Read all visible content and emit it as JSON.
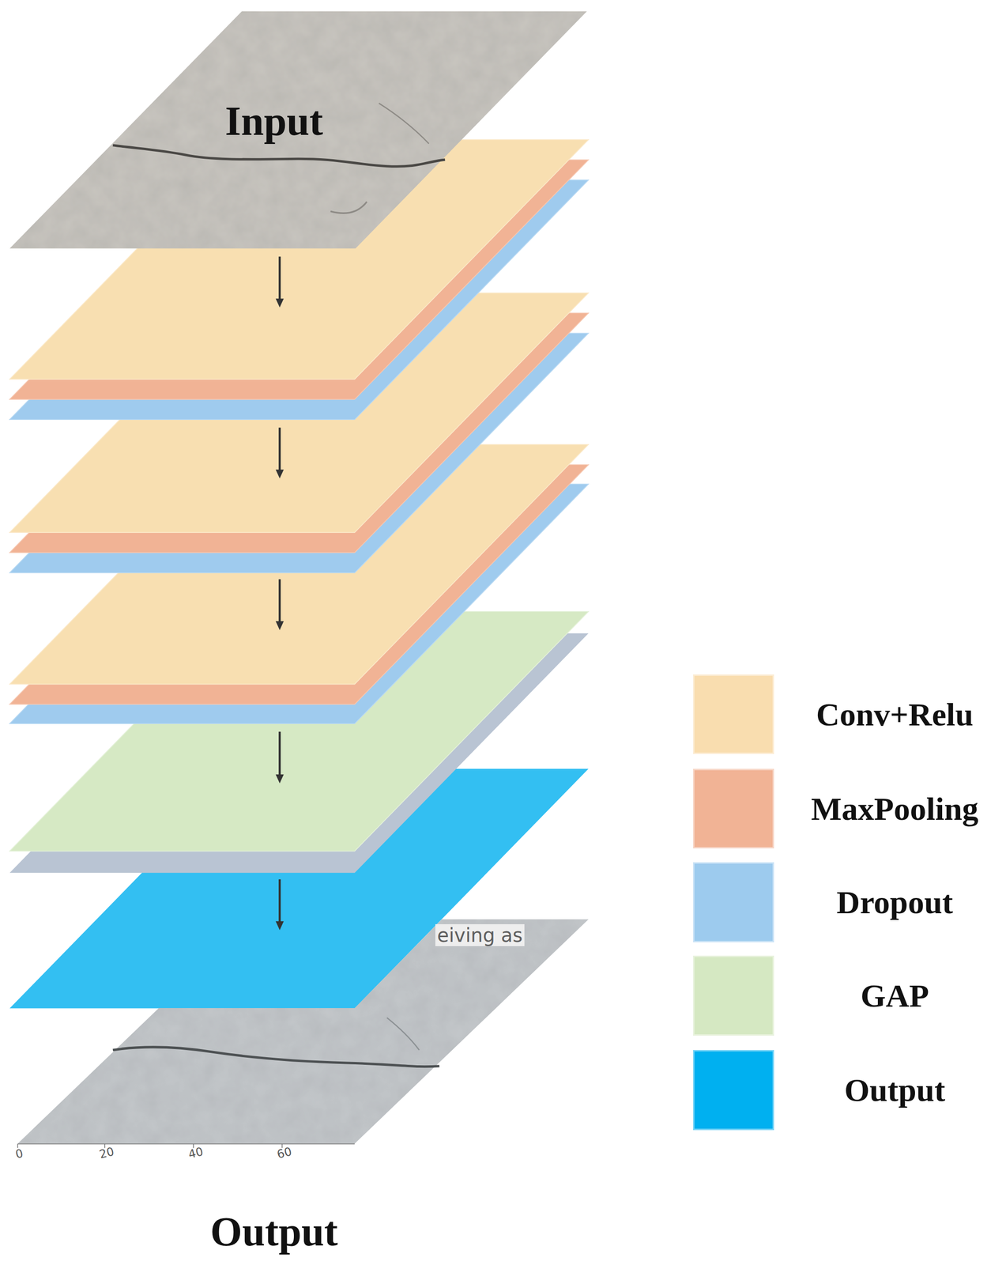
{
  "diagram": {
    "nodes": [
      {
        "text": [
          "Input"
        ]
      },
      {
        "text": [
          "Output"
        ]
      }
    ],
    "labels": [
      "eiving as",
      "0",
      "20",
      "40",
      "60"
    ],
    "legend": [
      {
        "text": "Conv+Relu",
        "color": "#f9ddaf"
      },
      {
        "text": "MaxPooling",
        "color": "#f1b395"
      },
      {
        "text": "Dropout",
        "color": "#9dcbee"
      },
      {
        "text": "GAP",
        "color": "#d5e8c2"
      },
      {
        "text": "Output",
        "color": "#00b0f0"
      }
    ]
  }
}
